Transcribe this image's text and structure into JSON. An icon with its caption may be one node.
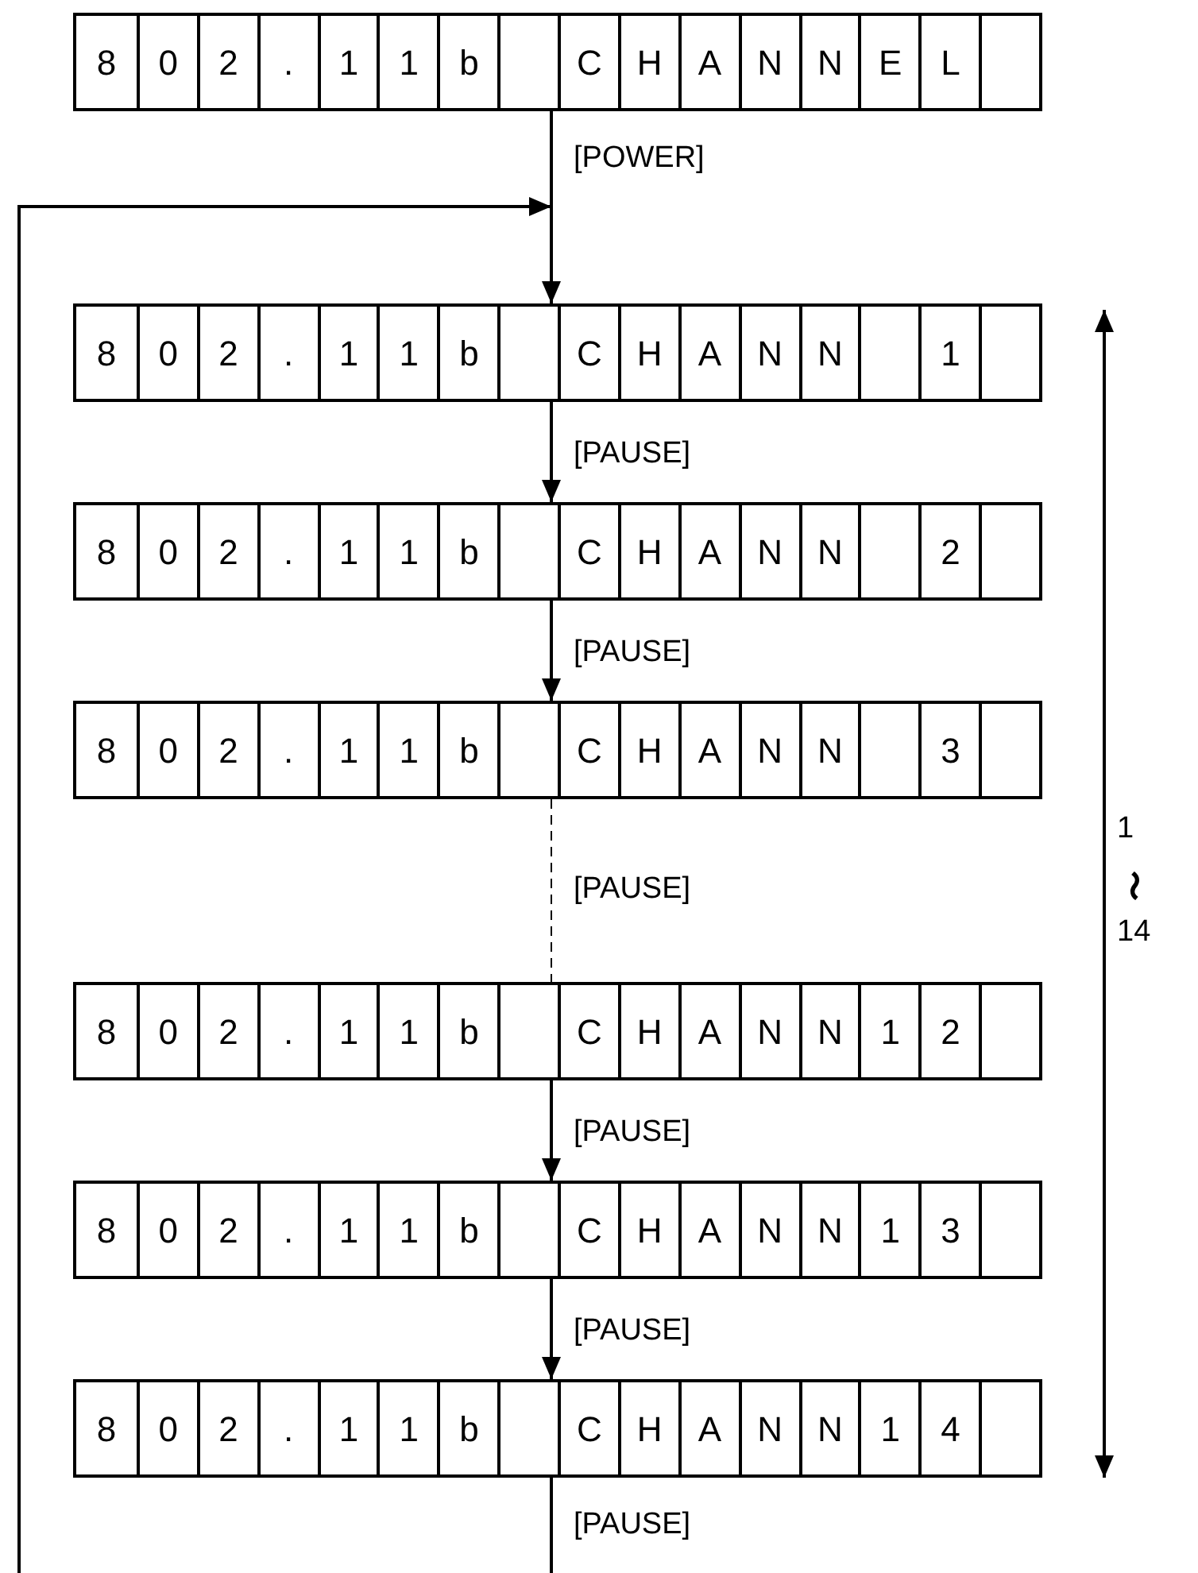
{
  "diagram": {
    "nodes": [
      {
        "text": [
          "8",
          "0",
          "2",
          ".",
          "1",
          "1",
          "b",
          "C",
          "H",
          "A",
          "N",
          "N",
          "E",
          "L"
        ]
      },
      {
        "text": [
          "8",
          "0",
          "2",
          ".",
          "1",
          "1",
          "b",
          "C",
          "H",
          "A",
          "N",
          "N",
          "1"
        ]
      },
      {
        "text": [
          "8",
          "0",
          "2",
          ".",
          "1",
          "1",
          "b",
          "C",
          "H",
          "A",
          "N",
          "N",
          "2"
        ]
      },
      {
        "text": [
          "8",
          "0",
          "2",
          ".",
          "1",
          "1",
          "b",
          "C",
          "H",
          "A",
          "N",
          "N",
          "3"
        ]
      },
      {
        "text": [
          "8",
          "0",
          "2",
          ".",
          "1",
          "1",
          "b",
          "C",
          "H",
          "A",
          "N",
          "N",
          "1",
          "2"
        ]
      },
      {
        "text": [
          "8",
          "0",
          "2",
          ".",
          "1",
          "1",
          "b",
          "C",
          "H",
          "A",
          "N",
          "N",
          "1",
          "3"
        ]
      },
      {
        "text": [
          "8",
          "0",
          "2",
          ".",
          "1",
          "1",
          "b",
          "C",
          "H",
          "A",
          "N",
          "N",
          "1",
          "4"
        ]
      }
    ],
    "edges": [
      {
        "from": 0,
        "to": 1,
        "arrow": "to",
        "label": "[POWER]"
      },
      {
        "from": 1,
        "to": 2,
        "arrow": "to",
        "label": "[PAUSE]"
      },
      {
        "from": 2,
        "to": 3,
        "arrow": "to",
        "label": "[PAUSE]"
      },
      {
        "from": 3,
        "to": 4,
        "arrow": "none",
        "label": "[PAUSE]",
        "style": "dashed"
      },
      {
        "from": 4,
        "to": 5,
        "arrow": "to",
        "label": "[PAUSE]"
      },
      {
        "from": 5,
        "to": 6,
        "arrow": "to",
        "label": "[PAUSE]"
      },
      {
        "from": 6,
        "to": 1,
        "arrow": "to",
        "label": "[PAUSE]"
      }
    ],
    "labels": [
      "1",
      "〜",
      "14"
    ]
  }
}
